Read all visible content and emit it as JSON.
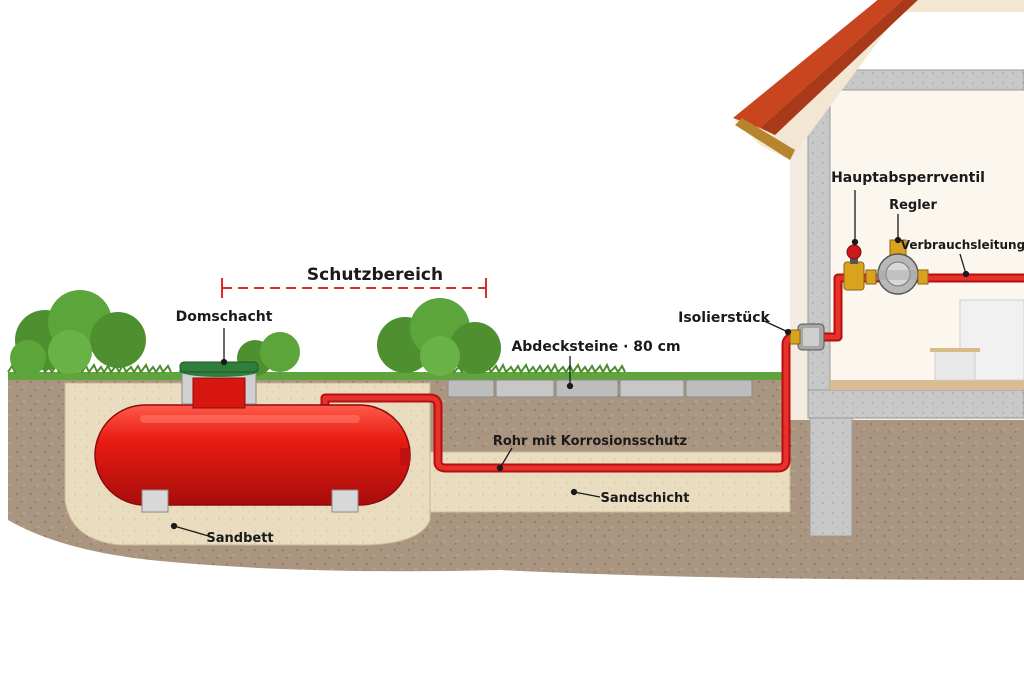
{
  "labels": {
    "protection_zone": "Schutzbereich",
    "dome_shaft": "Domschacht",
    "cover_stones": "Abdecksteine · 80 cm",
    "insulating_piece": "Isolierstück",
    "main_shutoff_valve": "Hauptabsperrventil",
    "regulator": "Regler",
    "consumer_line": "Verbrauchsleitung",
    "pipe_corrosion": "Rohr mit Korrosionsschutz",
    "sand_layer": "Sandschicht",
    "sand_bed": "Sandbett"
  },
  "colors": {
    "tank_red": "#e01515",
    "pipe_red": "#d91a1a",
    "dome_green": "#2f7f3a",
    "grass_green": "#5a9e3a",
    "soil": "#a8957c",
    "sand": "#e8dcc0",
    "roof_tile": "#c8451f",
    "concrete": "#c9c9c9",
    "protection_zone_red": "#d92b2b",
    "brass": "#d9a21f"
  }
}
